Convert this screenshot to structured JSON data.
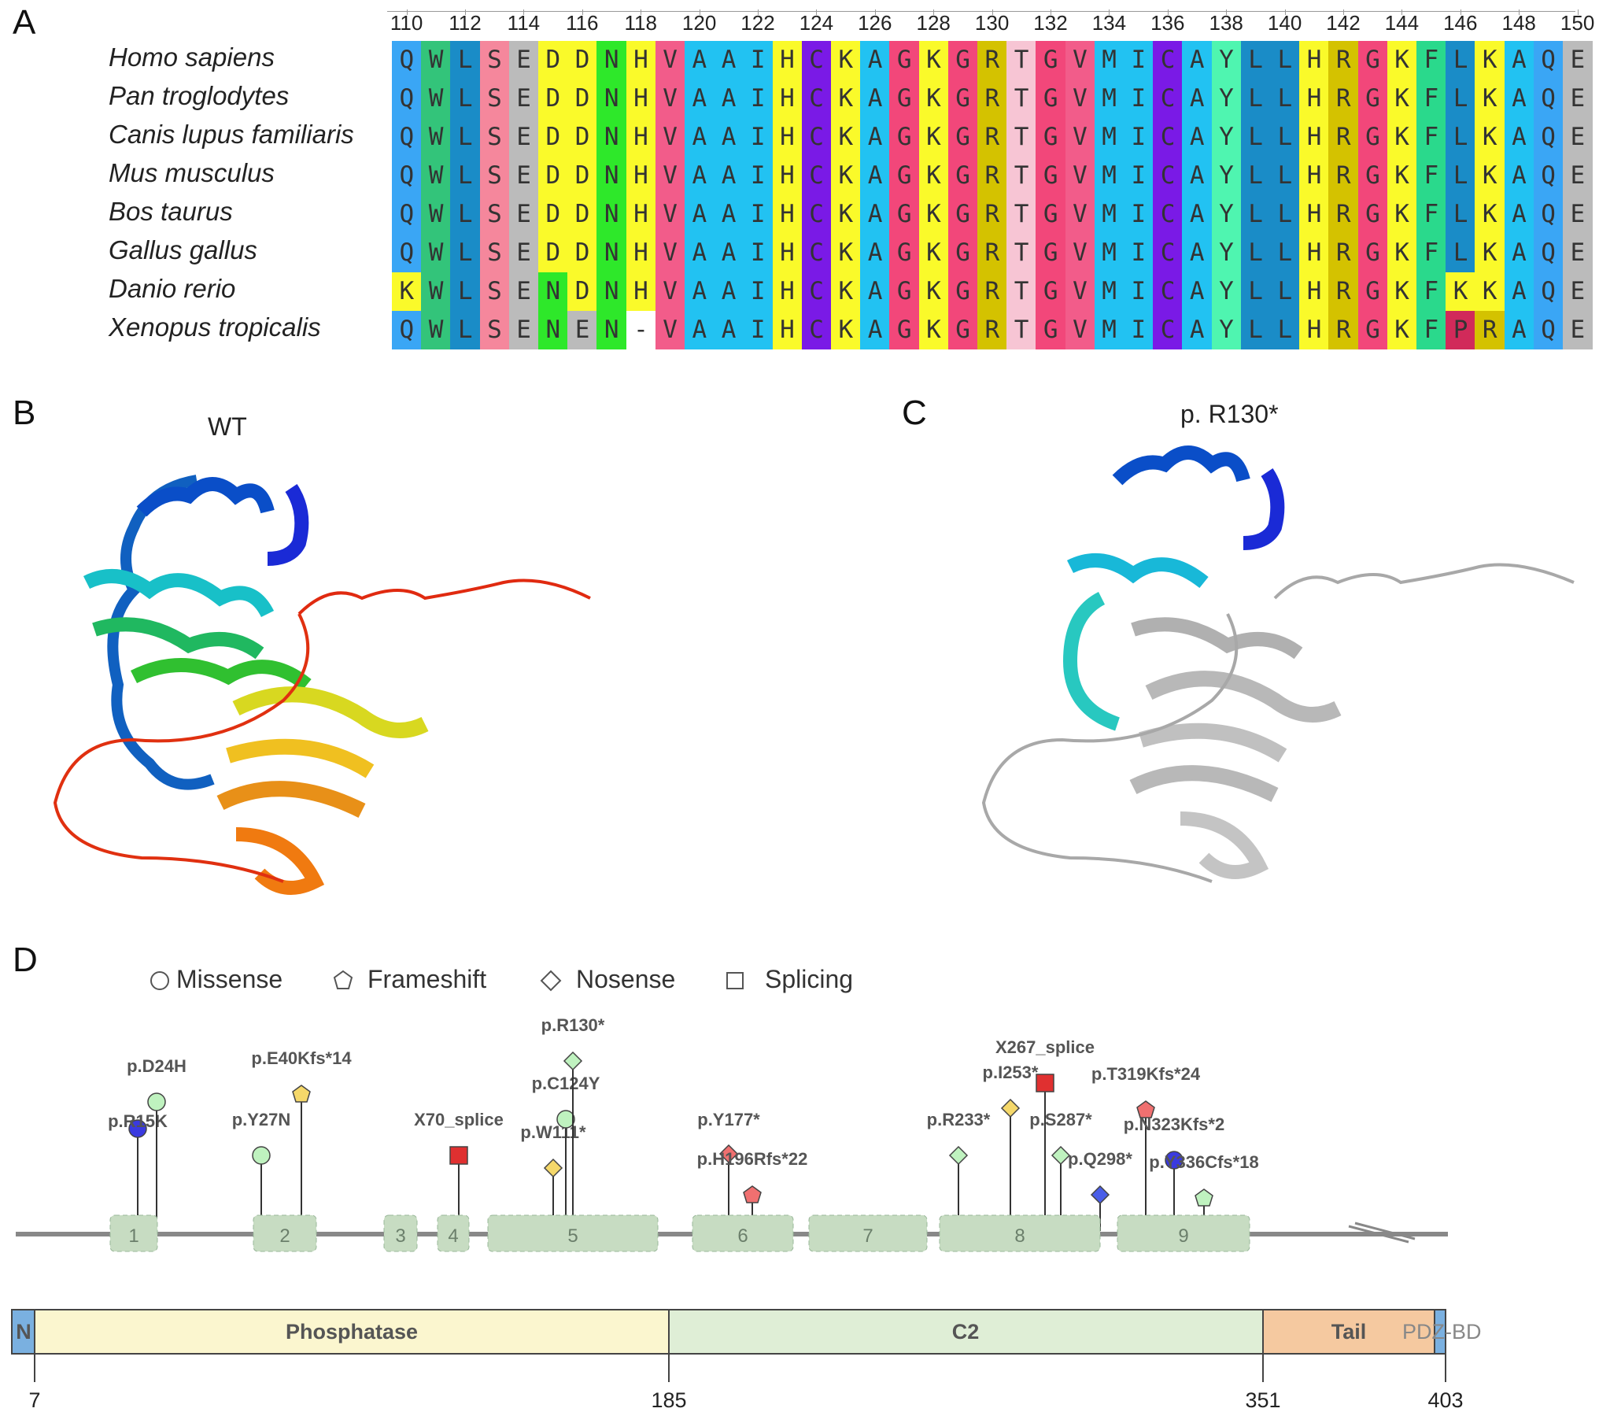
{
  "panels": {
    "a": "A",
    "b": "B",
    "c": "C",
    "d": "D"
  },
  "ruler_labels": [
    "110",
    "112",
    "114",
    "116",
    "118",
    "120",
    "122",
    "124",
    "126",
    "128",
    "130",
    "132",
    "134",
    "136",
    "138",
    "140",
    "142",
    "144",
    "146",
    "148",
    "150"
  ],
  "species": [
    "Homo sapiens",
    "Pan troglodytes",
    "Canis lupus familiaris",
    "Mus musculus",
    "Bos taurus",
    "Gallus gallus",
    "Danio rerio",
    "Xenopus tropicalis"
  ],
  "sequences": [
    "QWLSEDDNHVAAIHCKAGKGRTGVMICAYLLHRGKFLKAQE",
    "QWLSEDDNHVAAIHCKAGKGRTGVMICAYLLHRGKFLKAQE",
    "QWLSEDDNHVAAIHCKAGKGRTGVMICAYLLHRGKFLKAQE",
    "QWLSEDDNHVAAIHCKAGKGRTGVMICAYLLHRGKFLKAQE",
    "QWLSEDDNHVAAIHCKAGKGRTGVMICAYLLHRGKFLKAQE",
    "QWLSEDDNHVAAIHCKAGKGRTGVMICAYLLHRGKFLKAQE",
    "KWLSENDNHVAAIHCKAGKGRTGVMICAYLLHRGKFKKAQE",
    "QWLSENEN-VAAIHCKAGKGRTGVMICAYLLHRGKFPRAQE"
  ],
  "residue_colors": {
    "Q": "#3aa6f5",
    "W": "#33c47a",
    "L": "#1a8cc7",
    "S": "#f5879c",
    "E": "#bbbbbb",
    "D": "#fafa2a",
    "N": "#2ee82a",
    "H": "#fafa2a",
    "V": "#f25c8a",
    "A": "#22c2f2",
    "I": "#22c2f2",
    "C": "#7a1ae6",
    "K": "#fafa2a",
    "G": "#f2477a",
    "R": "#d4c200",
    "T": "#f7c5d4",
    "M": "#22c2f2",
    "Y": "#4ff5b0",
    "F": "#2ad98c",
    "P": "#d12a5a",
    "-": "#ffffff"
  },
  "structures": {
    "wt_title": "WT",
    "mut_title": "p. R130*"
  },
  "legend": [
    "Missense",
    "Frameshift",
    "Nosense",
    "Splicing"
  ],
  "exons": [
    "1",
    "2",
    "3",
    "4",
    "5",
    "6",
    "7",
    "8",
    "9"
  ],
  "mutations": [
    {
      "label": "p.R15K",
      "type": "missense",
      "color": "#3a3ae0"
    },
    {
      "label": "p.D24H",
      "type": "missense",
      "color": "#bff2bf"
    },
    {
      "label": "p.Y27N",
      "type": "missense",
      "color": "#bff2bf"
    },
    {
      "label": "p.E40Kfs*14",
      "type": "frameshift",
      "color": "#f5d86a"
    },
    {
      "label": "X70_splice",
      "type": "splicing",
      "color": "#e03030"
    },
    {
      "label": "p.W111*",
      "type": "nonsense",
      "color": "#f5d86a"
    },
    {
      "label": "p.C124Y",
      "type": "missense",
      "color": "#bff2bf"
    },
    {
      "label": "p.R130*",
      "type": "nonsense",
      "color": "#bff2bf"
    },
    {
      "label": "p.Y177*",
      "type": "nonsense",
      "color": "#f07070"
    },
    {
      "label": "p.H196Rfs*22",
      "type": "frameshift",
      "color": "#f07070"
    },
    {
      "label": "p.R233*",
      "type": "nonsense",
      "color": "#bff2bf"
    },
    {
      "label": "p.I253*",
      "type": "nonsense",
      "color": "#f5d86a"
    },
    {
      "label": "X267_splice",
      "type": "splicing",
      "color": "#e03030"
    },
    {
      "label": "p.S287*",
      "type": "nonsense",
      "color": "#bff2bf"
    },
    {
      "label": "p.Q298*",
      "type": "nonsense",
      "color": "#4a5ee8"
    },
    {
      "label": "p.T319Kfs*24",
      "type": "frameshift",
      "color": "#f07070"
    },
    {
      "label": "p.N323Kfs*2",
      "type": "missense",
      "color": "#3a3ae0"
    },
    {
      "label": "p.Y336Cfs*18",
      "type": "frameshift",
      "color": "#bff2bf"
    }
  ],
  "domains": [
    "N",
    "Phosphatase",
    "C2",
    "Tail",
    "PDZ-BD"
  ],
  "positions": [
    "7",
    "185",
    "351",
    "403"
  ]
}
